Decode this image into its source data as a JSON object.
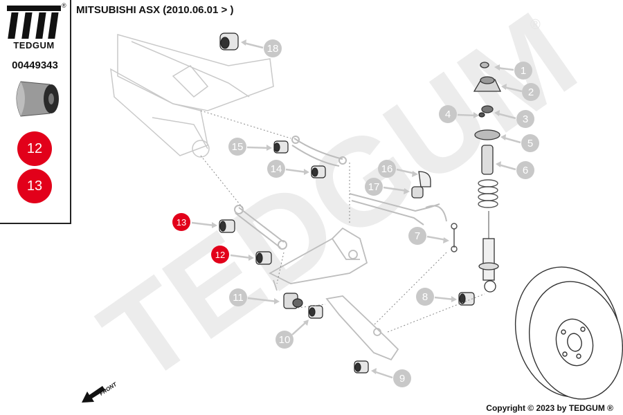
{
  "brand": {
    "name": "TEDGUM",
    "reg_mark": "®"
  },
  "part_number": "00449343",
  "sidebar_badges": [
    "12",
    "13"
  ],
  "title": "MITSUBISHI ASX (2010.06.01 > )",
  "copyright": "Copyright © 2023 by TEDGUM ®",
  "front_label": "FRONT",
  "watermark": "TEDGUM",
  "callouts": [
    {
      "label": "1"
    },
    {
      "label": "2"
    },
    {
      "label": "3"
    },
    {
      "label": "4"
    },
    {
      "label": "5"
    },
    {
      "label": "6"
    },
    {
      "label": "7"
    },
    {
      "label": "8"
    },
    {
      "label": "9"
    },
    {
      "label": "10"
    },
    {
      "label": "11"
    },
    {
      "label": "12",
      "highlight": true
    },
    {
      "label": "13",
      "highlight": true
    },
    {
      "label": "14"
    },
    {
      "label": "15"
    },
    {
      "label": "16"
    },
    {
      "label": "17"
    },
    {
      "label": "18"
    }
  ],
  "colors": {
    "highlight": "#e2001a",
    "callout": "#c8c8c8",
    "watermark": "#ececec",
    "line": "#bdbdbd"
  }
}
